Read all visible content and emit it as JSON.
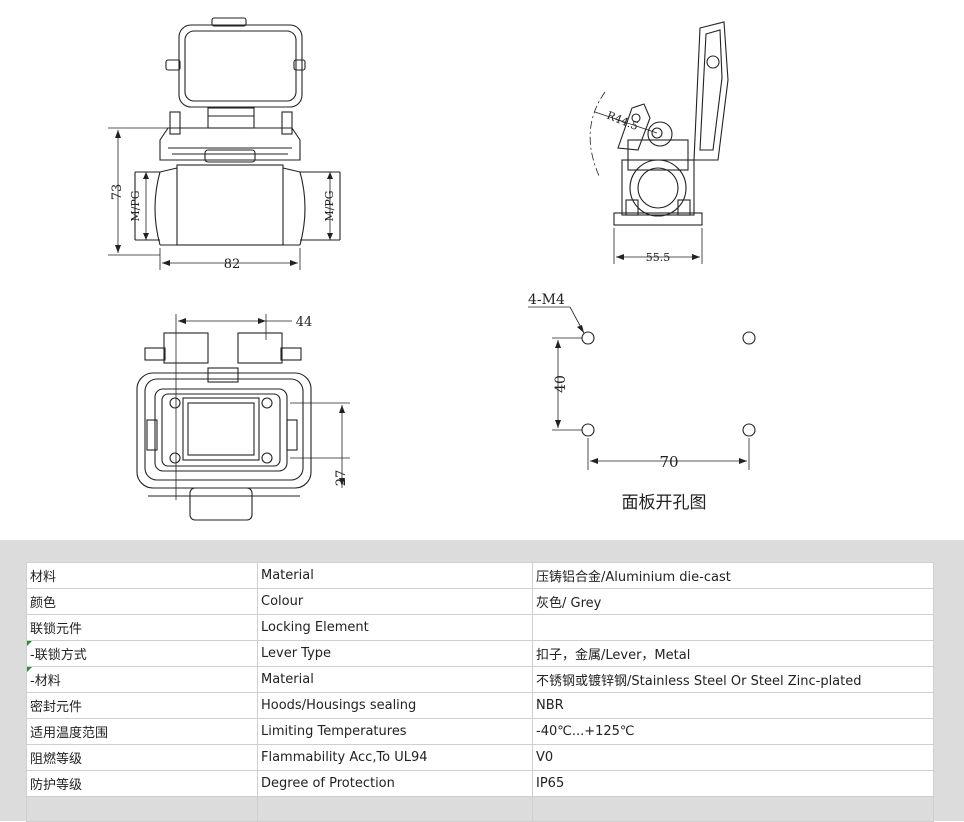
{
  "drawing": {
    "dims": {
      "height_front": "73",
      "thread_left": "M/PG",
      "thread_right": "M/PG",
      "width_front": "82",
      "radius": "R44.5",
      "width_side": "55.5",
      "width_top": "44",
      "depth_top": "27",
      "hole_label": "4-M4",
      "hole_v": "40",
      "hole_h": "70"
    },
    "panel_caption": "面板开孔图"
  },
  "specs": {
    "rows": [
      {
        "cn": "材料",
        "en": "Material",
        "value": "压铸铝合金/Aluminium die-cast"
      },
      {
        "cn": "颜色",
        "en": "Colour",
        "value": "灰色/ Grey"
      },
      {
        "cn": "联锁元件",
        "en": "Locking Element",
        "value": ""
      },
      {
        "cn": " -联锁方式",
        "en": "Lever Type",
        "value": "扣子，金属/Lever，Metal"
      },
      {
        "cn": " -材料",
        "en": "Material",
        "value": "不锈钢或镀锌钢/Stainless Steel Or Steel Zinc-plated"
      },
      {
        "cn": "密封元件",
        "en": "Hoods/Housings sealing",
        "value": "NBR"
      },
      {
        "cn": "适用温度范围",
        "en": "Limiting Temperatures",
        "value": "-40℃...+125℃"
      },
      {
        "cn": "阻燃等级",
        "en": "Flammability Acc,To UL94",
        "value": "V0"
      },
      {
        "cn": "防护等级",
        "en": "Degree of Protection",
        "value": "IP65"
      }
    ]
  }
}
